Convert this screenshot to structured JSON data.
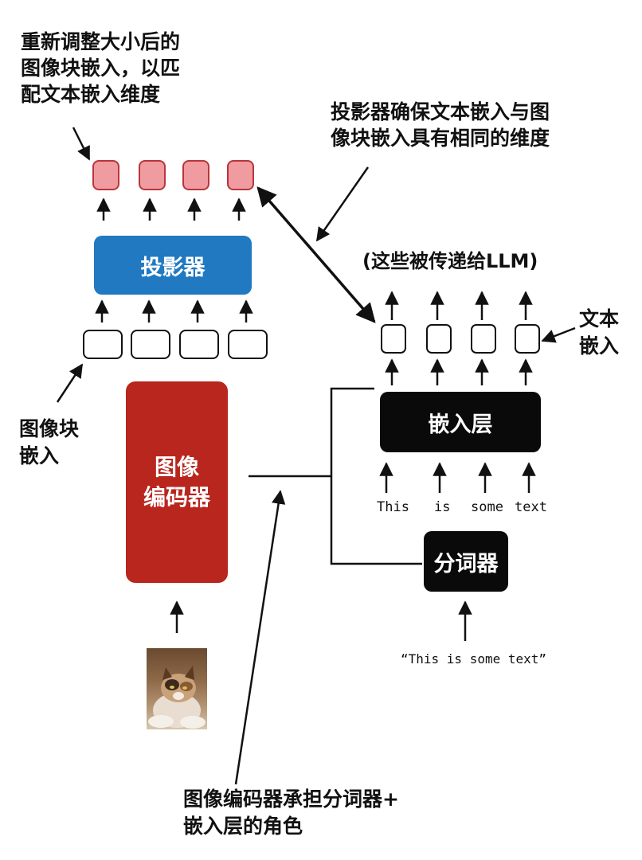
{
  "annotations": {
    "resized_line1": "重新调整大小后的",
    "resized_line2": "图像块嵌入，以匹",
    "resized_line3": "配文本嵌入维度",
    "projector_note_line1": "投影器确保文本嵌入与图",
    "projector_note_line2": "像块嵌入具有相同的维度",
    "passed_to_llm": "(这些被传递给LLM)",
    "text_embed_line1": "文本",
    "text_embed_line2": "嵌入",
    "patch_embed_line1": "图像块",
    "patch_embed_line2": "嵌入",
    "encoder_role_line1": "图像编码器承担分词器+",
    "encoder_role_line2": "嵌入层的角色"
  },
  "boxes": {
    "projector": "投影器",
    "image_encoder_line1": "图像",
    "image_encoder_line2": "编码器",
    "embedding_layer": "嵌入层",
    "tokenizer": "分词器"
  },
  "tokens": [
    "This",
    "is",
    "some",
    "text"
  ],
  "input_text": "“This is some text”",
  "colors": {
    "projector": "#2079c1",
    "image_encoder": "#b8261e",
    "embedding_layer": "#0a0a0a",
    "tokenizer": "#0a0a0a",
    "resized_embedding_fill": "#ef9ba0",
    "resized_embedding_border": "#b8363c"
  },
  "icons": [
    "cat-photo"
  ]
}
